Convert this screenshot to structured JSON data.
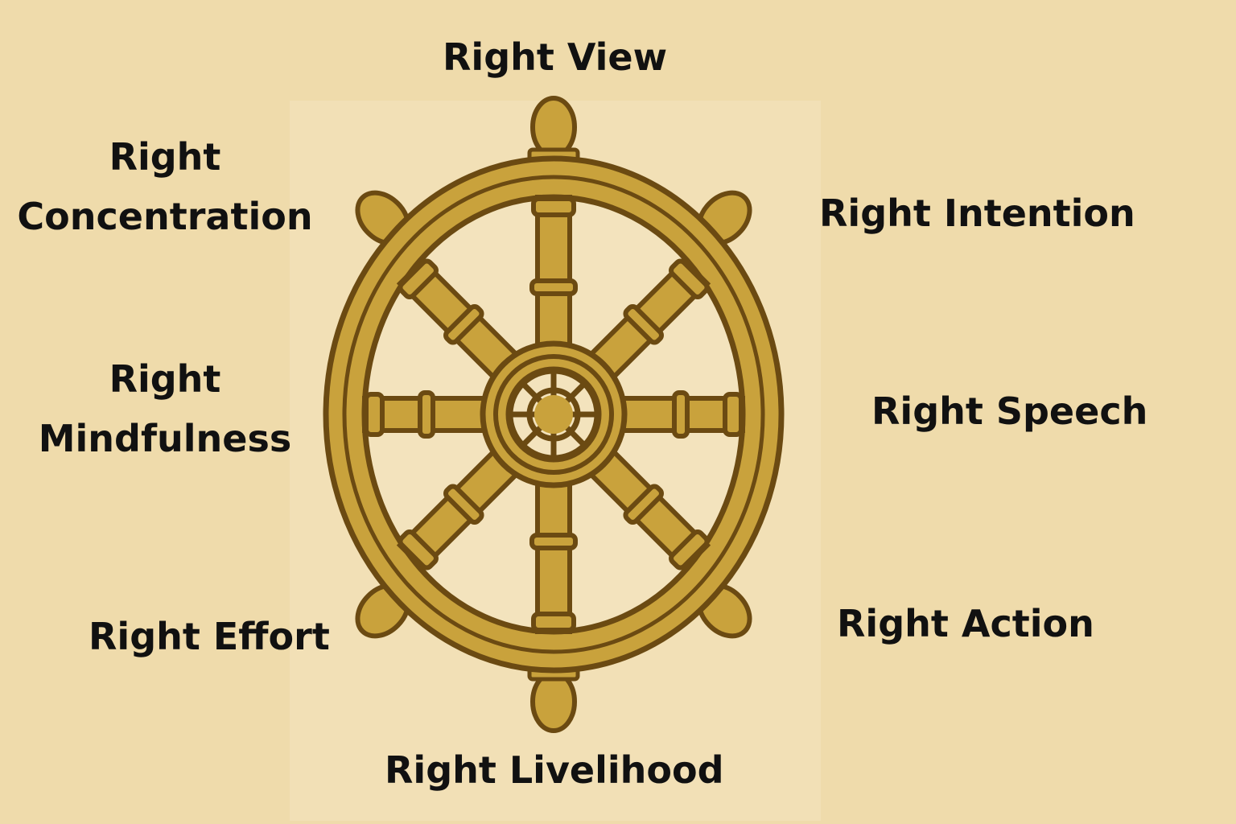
{
  "title": "Noble Eightfold Path",
  "labels": {
    "right_view": "Right View",
    "right_intention": "Right Intention",
    "right_speech": "Right Speech",
    "right_action": "Right Action",
    "right_livelihood": "Right Livelihood",
    "right_effort": "Right Effort",
    "right_mindfulness_1": "Right",
    "right_mindfulness_2": "Mindfulness",
    "right_concentration_1": "Right",
    "right_concentration_2": "Concentration"
  },
  "colors": {
    "background": "#efdbab",
    "gold": "#c9a23c",
    "outline": "#6b4a12",
    "inner": "#f3e3bd"
  }
}
